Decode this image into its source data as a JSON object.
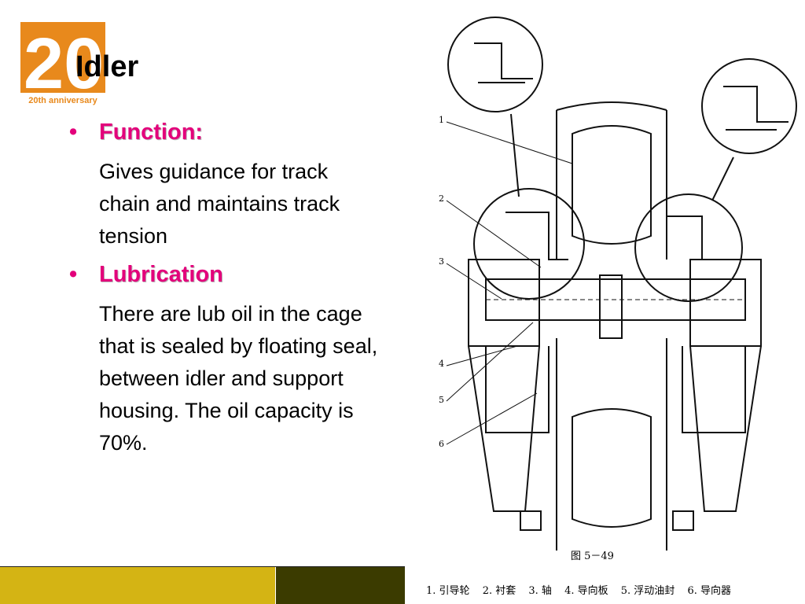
{
  "slide": {
    "title": "Idler",
    "logo": {
      "numeral": "20",
      "caption": "20th anniversary",
      "accent_color": "#e8891c"
    },
    "bullets": [
      {
        "heading": "Function:",
        "body": "Gives guidance for track chain and maintains track tension"
      },
      {
        "heading": "Lubrication",
        "body": "There are lub oil in the cage that is sealed by floating seal, between idler and support housing. The oil capacity is 70%."
      }
    ],
    "heading_color": "#e3007b"
  },
  "figure": {
    "caption": "图 5－49",
    "callouts": [
      "1",
      "2",
      "3",
      "4",
      "5",
      "6"
    ],
    "legend": [
      "1. 引导轮",
      "2. 衬套",
      "3. 轴",
      "4. 导向板",
      "5. 浮动油封",
      "6. 导向器"
    ]
  },
  "footer": {
    "bar_left_color": "#d4b414",
    "bar_right_color": "#3b3b00"
  }
}
